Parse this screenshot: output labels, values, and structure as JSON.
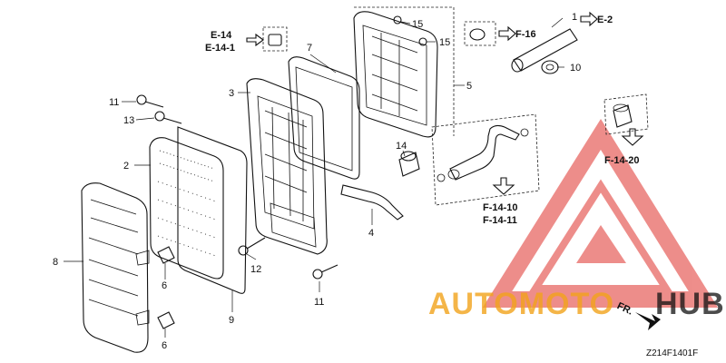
{
  "parts": {
    "p1": "1",
    "p2": "2",
    "p3": "3",
    "p4": "4",
    "p5": "5",
    "p6a": "6",
    "p6b": "6",
    "p7": "7",
    "p8": "8",
    "p9": "9",
    "p10": "10",
    "p11a": "11",
    "p11b": "11",
    "p12": "12",
    "p13": "13",
    "p14": "14",
    "p15a": "15",
    "p15b": "15"
  },
  "refs": {
    "e14": "E-14",
    "e141": "E-14-1",
    "e2": "E-2",
    "f16": "F-16",
    "f1420": "F-14-20",
    "f1410": "F-14-10",
    "f1411": "F-14-11",
    "fr": "FR."
  },
  "diagram_code": "Z214F1401F",
  "watermark": {
    "text_a": "AUTOMOTO",
    "text_b": "HUB",
    "color_red": "#e0312b",
    "color_orange": "#f2a31b"
  }
}
